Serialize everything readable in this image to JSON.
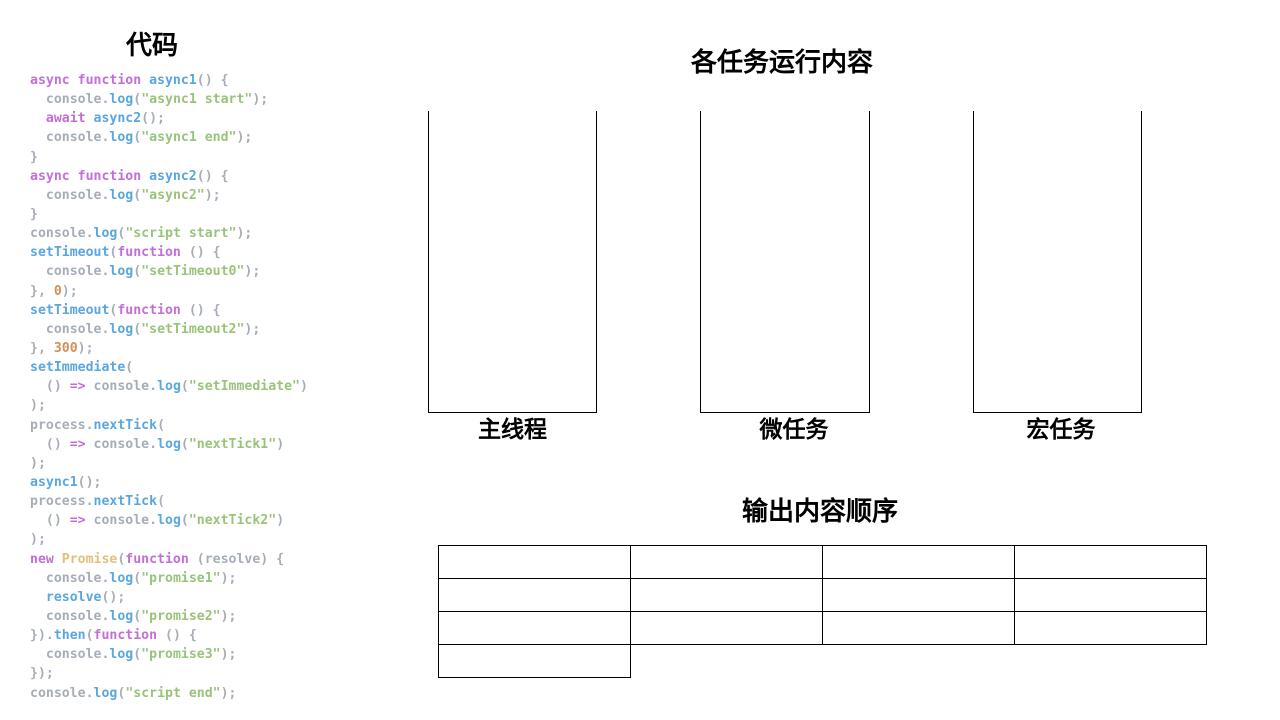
{
  "titles": {
    "code": "代码",
    "tasks": "各任务运行内容",
    "output": "输出内容顺序"
  },
  "columns": [
    {
      "id": "main",
      "label": "主线程"
    },
    {
      "id": "micro",
      "label": "微任务"
    },
    {
      "id": "macro",
      "label": "宏任务"
    }
  ],
  "output_table": {
    "rows": [
      [
        "",
        "",
        "",
        ""
      ],
      [
        "",
        "",
        "",
        ""
      ],
      [
        "",
        "",
        "",
        ""
      ],
      [
        ""
      ]
    ]
  },
  "colors": {
    "keyword": "#c26fd6",
    "function": "#5aa6df",
    "string": "#98c47a",
    "number": "#d29058",
    "class": "#e0c07a",
    "plain": "#a7adb8"
  },
  "code_lines": [
    [
      [
        "kw",
        "async "
      ],
      [
        "kw",
        "function "
      ],
      [
        "fn",
        "async1"
      ],
      [
        "p",
        "() {"
      ]
    ],
    [
      [
        "p",
        "  console."
      ],
      [
        "fn",
        "log"
      ],
      [
        "p",
        "("
      ],
      [
        "str",
        "\"async1 start\""
      ],
      [
        "p",
        ");"
      ]
    ],
    [
      [
        "p",
        "  "
      ],
      [
        "kw",
        "await "
      ],
      [
        "fn",
        "async2"
      ],
      [
        "p",
        "();"
      ]
    ],
    [
      [
        "p",
        "  console."
      ],
      [
        "fn",
        "log"
      ],
      [
        "p",
        "("
      ],
      [
        "str",
        "\"async1 end\""
      ],
      [
        "p",
        ");"
      ]
    ],
    [
      [
        "p",
        "}"
      ]
    ],
    [
      [
        "kw",
        "async "
      ],
      [
        "kw",
        "function "
      ],
      [
        "fn",
        "async2"
      ],
      [
        "p",
        "() {"
      ]
    ],
    [
      [
        "p",
        "  console."
      ],
      [
        "fn",
        "log"
      ],
      [
        "p",
        "("
      ],
      [
        "str",
        "\"async2\""
      ],
      [
        "p",
        ");"
      ]
    ],
    [
      [
        "p",
        "}"
      ]
    ],
    [
      [
        "p",
        "console."
      ],
      [
        "fn",
        "log"
      ],
      [
        "p",
        "("
      ],
      [
        "str",
        "\"script start\""
      ],
      [
        "p",
        ");"
      ]
    ],
    [
      [
        "fn",
        "setTimeout"
      ],
      [
        "p",
        "("
      ],
      [
        "kw",
        "function "
      ],
      [
        "p",
        "() {"
      ]
    ],
    [
      [
        "p",
        "  console."
      ],
      [
        "fn",
        "log"
      ],
      [
        "p",
        "("
      ],
      [
        "str",
        "\"setTimeout0\""
      ],
      [
        "p",
        ");"
      ]
    ],
    [
      [
        "p",
        "}, "
      ],
      [
        "num",
        "0"
      ],
      [
        "p",
        ");"
      ]
    ],
    [
      [
        "fn",
        "setTimeout"
      ],
      [
        "p",
        "("
      ],
      [
        "kw",
        "function "
      ],
      [
        "p",
        "() {"
      ]
    ],
    [
      [
        "p",
        "  console."
      ],
      [
        "fn",
        "log"
      ],
      [
        "p",
        "("
      ],
      [
        "str",
        "\"setTimeout2\""
      ],
      [
        "p",
        ");"
      ]
    ],
    [
      [
        "p",
        "}, "
      ],
      [
        "num",
        "300"
      ],
      [
        "p",
        ");"
      ]
    ],
    [
      [
        "fn",
        "setImmediate"
      ],
      [
        "p",
        "("
      ]
    ],
    [
      [
        "p",
        "  () "
      ],
      [
        "kw",
        "=>"
      ],
      [
        "p",
        " console."
      ],
      [
        "fn",
        "log"
      ],
      [
        "p",
        "("
      ],
      [
        "str",
        "\"setImmediate\""
      ],
      [
        "p",
        ")"
      ]
    ],
    [
      [
        "p",
        ");"
      ]
    ],
    [
      [
        "p",
        "process."
      ],
      [
        "fn",
        "nextTick"
      ],
      [
        "p",
        "("
      ]
    ],
    [
      [
        "p",
        "  () "
      ],
      [
        "kw",
        "=>"
      ],
      [
        "p",
        " console."
      ],
      [
        "fn",
        "log"
      ],
      [
        "p",
        "("
      ],
      [
        "str",
        "\"nextTick1\""
      ],
      [
        "p",
        ")"
      ]
    ],
    [
      [
        "p",
        ");"
      ]
    ],
    [
      [
        "fn",
        "async1"
      ],
      [
        "p",
        "();"
      ]
    ],
    [
      [
        "p",
        "process."
      ],
      [
        "fn",
        "nextTick"
      ],
      [
        "p",
        "("
      ]
    ],
    [
      [
        "p",
        "  () "
      ],
      [
        "kw",
        "=>"
      ],
      [
        "p",
        " console."
      ],
      [
        "fn",
        "log"
      ],
      [
        "p",
        "("
      ],
      [
        "str",
        "\"nextTick2\""
      ],
      [
        "p",
        ")"
      ]
    ],
    [
      [
        "p",
        ");"
      ]
    ],
    [
      [
        "kw",
        "new "
      ],
      [
        "cls",
        "Promise"
      ],
      [
        "p",
        "("
      ],
      [
        "kw",
        "function "
      ],
      [
        "p",
        "(resolve) {"
      ]
    ],
    [
      [
        "p",
        "  console."
      ],
      [
        "fn",
        "log"
      ],
      [
        "p",
        "("
      ],
      [
        "str",
        "\"promise1\""
      ],
      [
        "p",
        ");"
      ]
    ],
    [
      [
        "p",
        "  "
      ],
      [
        "fn",
        "resolve"
      ],
      [
        "p",
        "();"
      ]
    ],
    [
      [
        "p",
        "  console."
      ],
      [
        "fn",
        "log"
      ],
      [
        "p",
        "("
      ],
      [
        "str",
        "\"promise2\""
      ],
      [
        "p",
        ");"
      ]
    ],
    [
      [
        "p",
        "})."
      ],
      [
        "fn",
        "then"
      ],
      [
        "p",
        "("
      ],
      [
        "kw",
        "function "
      ],
      [
        "p",
        "() {"
      ]
    ],
    [
      [
        "p",
        "  console."
      ],
      [
        "fn",
        "log"
      ],
      [
        "p",
        "("
      ],
      [
        "str",
        "\"promise3\""
      ],
      [
        "p",
        ");"
      ]
    ],
    [
      [
        "p",
        "});"
      ]
    ],
    [
      [
        "p",
        "console."
      ],
      [
        "fn",
        "log"
      ],
      [
        "p",
        "("
      ],
      [
        "str",
        "\"script end\""
      ],
      [
        "p",
        ");"
      ]
    ]
  ]
}
